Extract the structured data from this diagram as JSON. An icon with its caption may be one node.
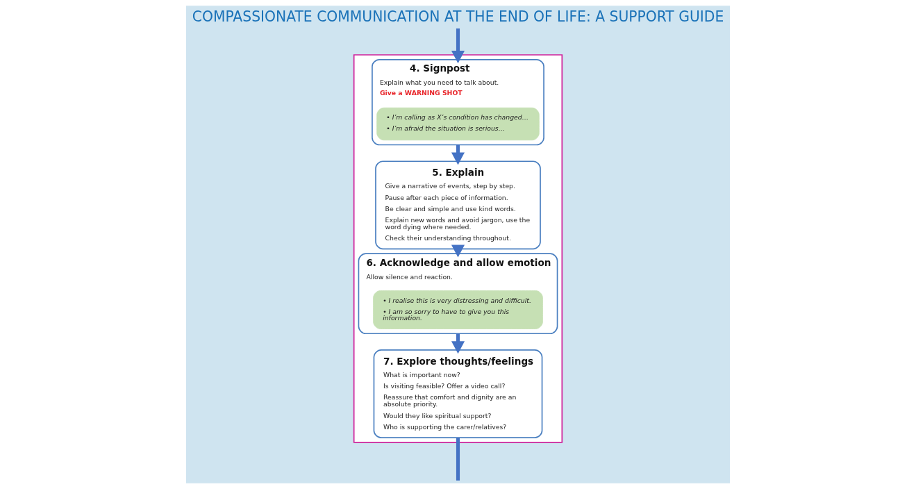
{
  "diagram": {
    "title": "COMPASSIONATE COMMUNICATION AT THE END OF LIFE: A SUPPORT GUIDE",
    "nodes": [
      {
        "text": [],
        "shape": "box"
      },
      {
        "text": [
          "4. Signpost",
          "Explain what you need to talk about.",
          "Give a WARNING SHOT"
        ],
        "in": 0
      },
      {
        "text": [
          "• I’m calling as X’s condition has changed…",
          "• I’m afraid the situation is serious…"
        ],
        "in": 1
      },
      {
        "text": [
          "5. Explain",
          "Give a narrative of events, step by step.",
          "Pause after each piece of information.",
          "Be clear and simple and use kind words.",
          "Explain new words and avoid jargon, use the word dying where needed.",
          "Check their understanding throughout."
        ],
        "in": 0
      },
      {
        "text": [
          "6. Acknowledge and allow emotion",
          "Allow silence and reaction."
        ],
        "in": 0
      },
      {
        "text": [
          "• I realise this is very distressing and difficult.",
          "• I am so sorry to have to give you this information."
        ],
        "in": 4
      },
      {
        "text": [
          "7. Explore thoughts/feelings",
          "What is important now?",
          "Is visiting feasible? Offer a video call?",
          "Reassure that comfort and dignity are an absolute priority.",
          "Would they like spiritual support?",
          "Who is supporting the carer/relatives?"
        ],
        "in": 0
      }
    ],
    "edges": [
      {
        "from": null,
        "to": 1,
        "arrow": "to"
      },
      {
        "from": 1,
        "to": 3,
        "arrow": "to"
      },
      {
        "from": 3,
        "to": 4,
        "arrow": "to"
      },
      {
        "from": 4,
        "to": 6,
        "arrow": "to"
      },
      {
        "from": 6,
        "to": null,
        "arrow": "none"
      }
    ]
  }
}
